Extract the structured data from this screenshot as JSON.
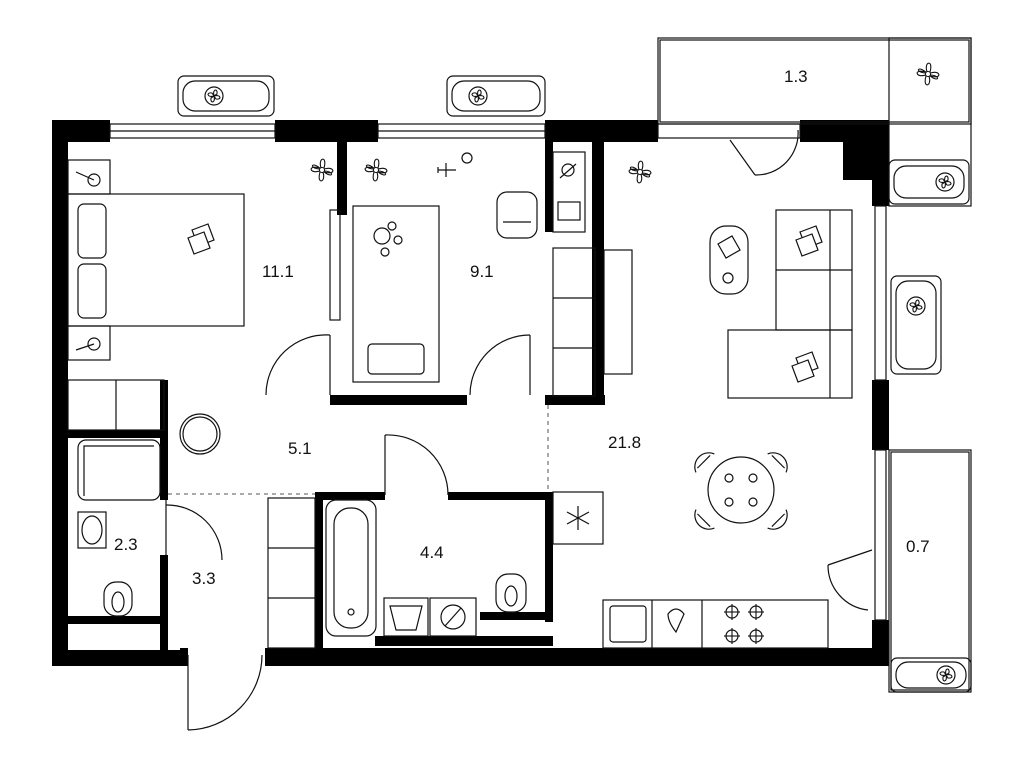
{
  "rooms": [
    {
      "id": "bedroom",
      "area": "11.1"
    },
    {
      "id": "second-bedroom",
      "area": "9.1"
    },
    {
      "id": "living-kitchen",
      "area": "21.8"
    },
    {
      "id": "balcony-top",
      "area": "1.3"
    },
    {
      "id": "hallway",
      "area": "5.1"
    },
    {
      "id": "toilet",
      "area": "2.3"
    },
    {
      "id": "entrance",
      "area": "3.3"
    },
    {
      "id": "bathroom",
      "area": "4.4"
    },
    {
      "id": "balcony-right",
      "area": "0.7"
    }
  ],
  "colors": {
    "wall": "#000000",
    "line": "#111111",
    "background": "#ffffff"
  },
  "icons": [
    "fan-icon",
    "plant-icon",
    "pillow-icon",
    "airplane-toy-icon",
    "snowflake-icon",
    "stove-burner-icon",
    "washing-machine-icon",
    "toilet-icon",
    "sink-icon",
    "bathtub-icon"
  ]
}
